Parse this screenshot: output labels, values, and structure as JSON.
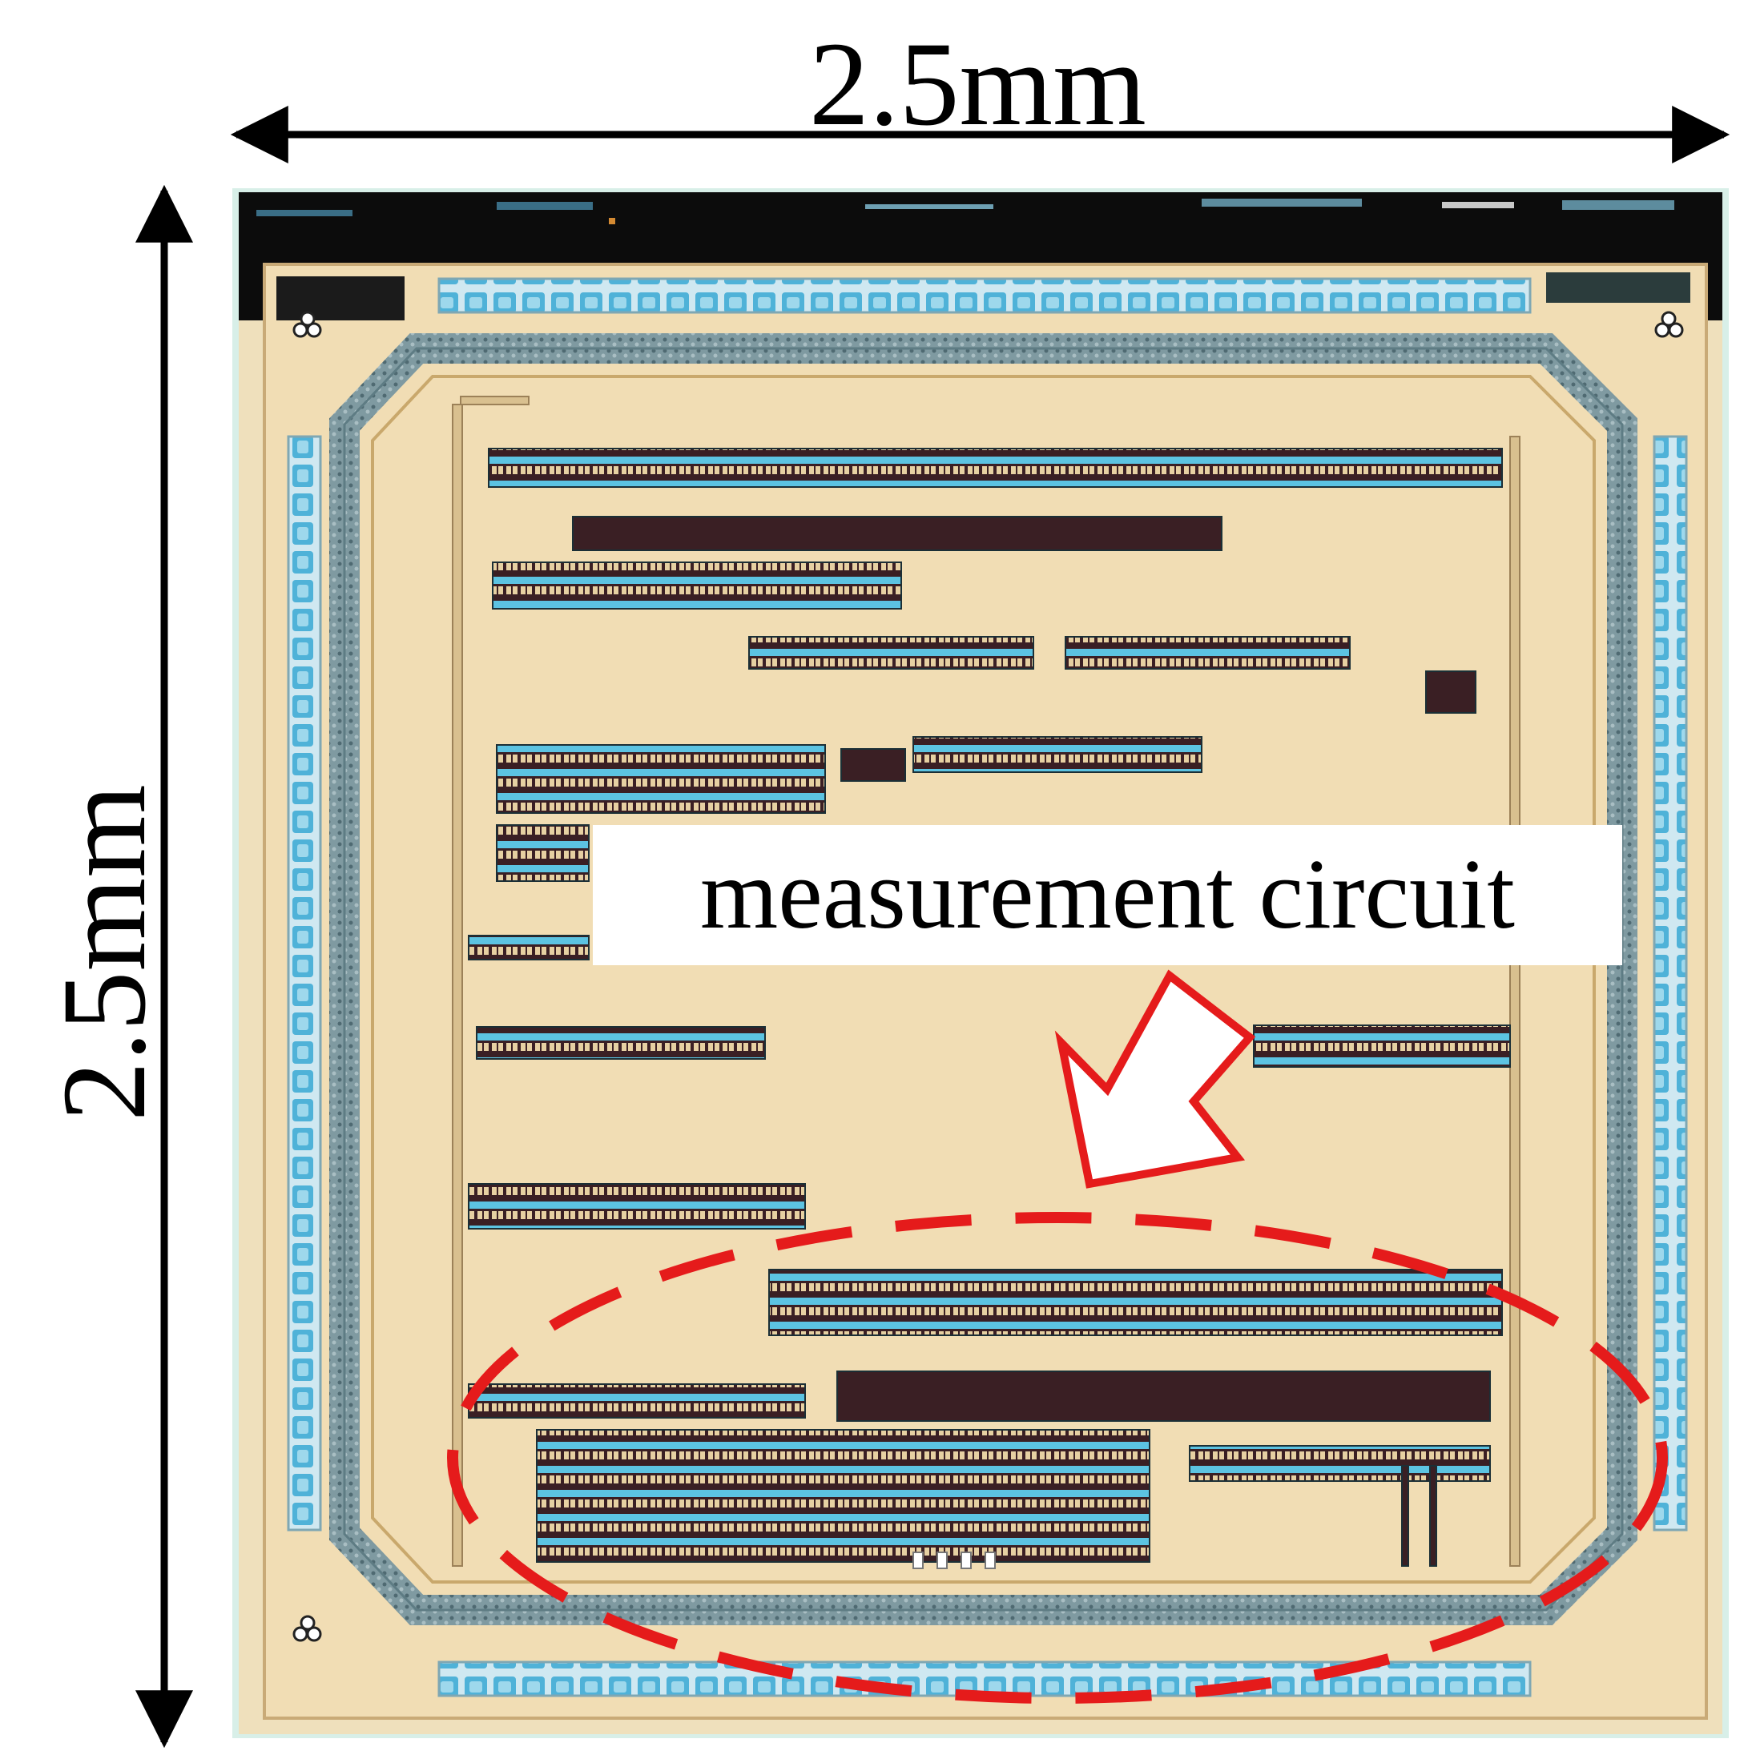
{
  "figure": {
    "width_label": "2.5mm",
    "height_label": "2.5mm",
    "callout_label": "measurement circuit"
  },
  "colors": {
    "die_background": "#f1ddb4",
    "seal_ring": "#6c8c96",
    "pad_blue": "#4fb2d8",
    "block_dark": "#3a1f24",
    "metal_cyan": "#59c1e1",
    "highlight_red": "#e51b1b",
    "top_band": "#0c0c0c"
  }
}
